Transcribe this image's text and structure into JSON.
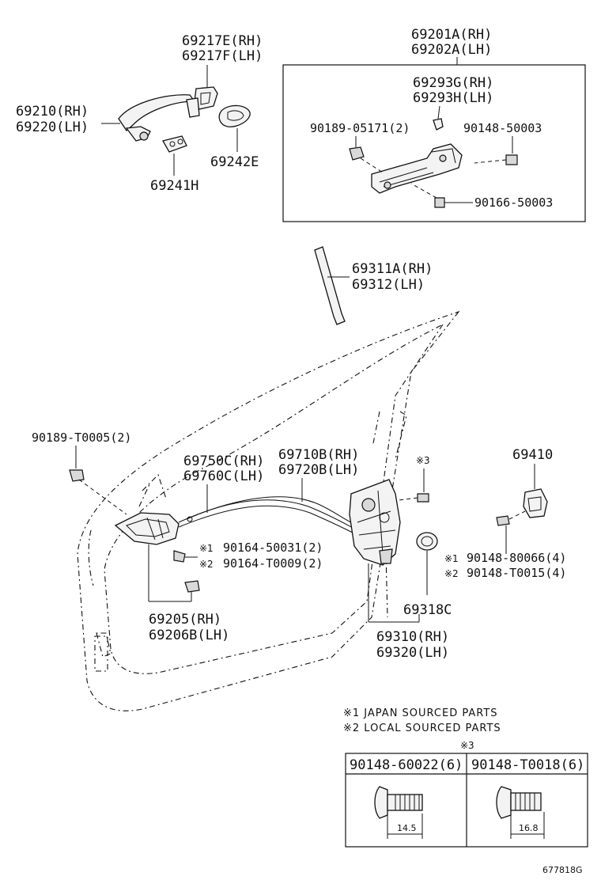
{
  "labels": {
    "p69217": [
      "69217E(RH)",
      "69217F(LH)"
    ],
    "p69210": [
      "69210(RH)",
      "69220(LH)"
    ],
    "p69242": "69242E",
    "p69241": "69241H",
    "p69201": [
      "69201A(RH)",
      "69202A(LH)"
    ],
    "p69293": [
      "69293G(RH)",
      "69293H(LH)"
    ],
    "p90189_05171": "90189-05171(2)",
    "p90148_50003": "90148-50003",
    "p90166_50003": "90166-50003",
    "p69311": [
      "69311A(RH)",
      "69312(LH)"
    ],
    "p90189_T0005": "90189-T0005(2)",
    "p69750": [
      "69750C(RH)",
      "69760C(LH)"
    ],
    "p69710": [
      "69710B(RH)",
      "69720B(LH)"
    ],
    "p69410": "69410",
    "p90164": [
      "90164-50031(2)",
      "90164-T0009(2)"
    ],
    "p69205": [
      "69205(RH)",
      "69206B(LH)"
    ],
    "p69318": "69318C",
    "p69310": [
      "69310(RH)",
      "69320(LH)"
    ],
    "p90148_80066": [
      "90148-80066(4)",
      "90148-T0015(4)"
    ]
  },
  "marks": {
    "m1": "※1",
    "m2": "※2",
    "m3": "※3"
  },
  "notes": {
    "japan": "※1 JAPAN SOURCED PARTS",
    "local": "※2 LOCAL SOURCED PARTS"
  },
  "bolt_table": {
    "mark": "※3",
    "left": {
      "part": "90148-60022(6)",
      "length": "14.5"
    },
    "right": {
      "part": "90148-T0018(6)",
      "length": "16.8"
    }
  },
  "diagram_id": "677818G"
}
